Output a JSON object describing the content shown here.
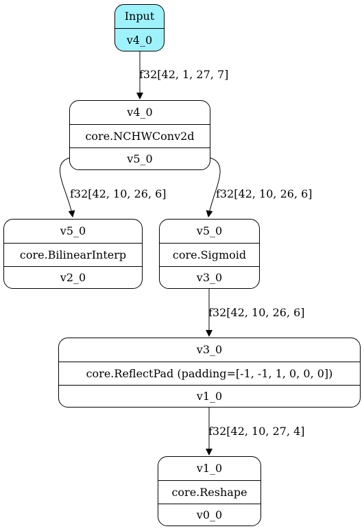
{
  "nodes": {
    "input": {
      "title": "Input",
      "output": "v4_0"
    },
    "conv": {
      "input": "v4_0",
      "op": "core.NCHWConv2d",
      "output": "v5_0"
    },
    "bilinear": {
      "input": "v5_0",
      "op": "core.BilinearInterp",
      "output": "v2_0"
    },
    "sigmoid": {
      "input": "v5_0",
      "op": "core.Sigmoid",
      "output": "v3_0"
    },
    "reflectpad": {
      "input": "v3_0",
      "op": "core.ReflectPad (padding=[-1, -1, 1, 0, 0, 0])",
      "output": "v1_0"
    },
    "reshape": {
      "input": "v1_0",
      "op": "core.Reshape",
      "output": "v0_0"
    }
  },
  "edges": {
    "input_to_conv": "f32[42, 1, 27, 7]",
    "conv_to_bilinear": "f32[42, 10, 26, 6]",
    "conv_to_sigmoid": "f32[42, 10, 26, 6]",
    "sigmoid_to_reflectpad": "f32[42, 10, 26, 6]",
    "reflectpad_to_reshape": "f32[42, 10, 27, 4]"
  },
  "colors": {
    "input_fill": "#9ef2fb",
    "stroke": "#000000"
  }
}
